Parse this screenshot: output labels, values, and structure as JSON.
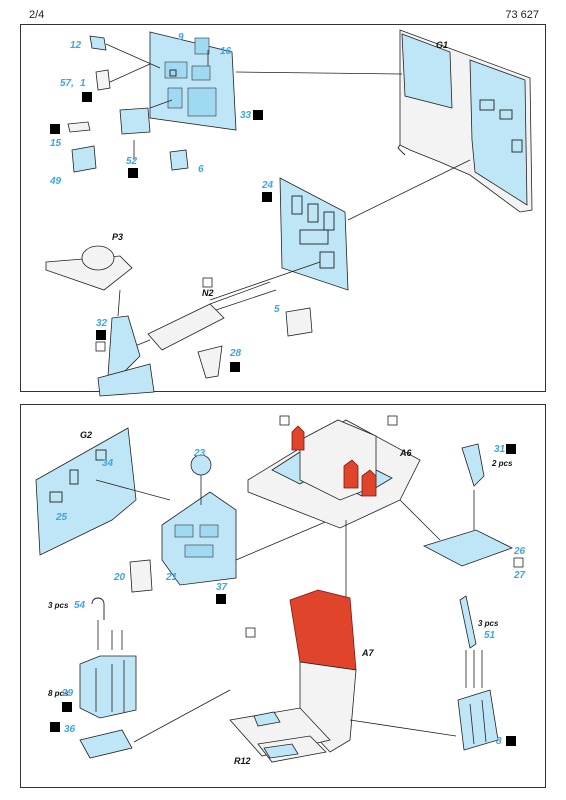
{
  "header": {
    "page": "2/4",
    "catalog": "73 627"
  },
  "parts": {
    "p12": "12",
    "p9": "9",
    "p16": "16",
    "p57": "57,",
    "p1": "1",
    "p33": "33",
    "p15": "15",
    "p52": "52",
    "p49": "49",
    "p6": "6",
    "p24": "24",
    "p5": "5",
    "p32": "32",
    "p28": "28",
    "p23": "23",
    "p34": "34",
    "p25": "25",
    "p20": "20",
    "p21": "21",
    "p37": "37",
    "p31": "31",
    "p26": "26",
    "p27": "27",
    "p54": "54",
    "p29": "29",
    "p36": "36",
    "p51": "51",
    "p8": "8"
  },
  "labels": {
    "g1": "G1",
    "p3": "P3",
    "n2": "N2",
    "g2": "G2",
    "a6": "A6",
    "a7": "A7",
    "r12": "R12"
  },
  "quantities": {
    "q31": "2 pcs",
    "q54": "3 pcs",
    "q29": "8 pcs",
    "q51": "3 pcs"
  }
}
